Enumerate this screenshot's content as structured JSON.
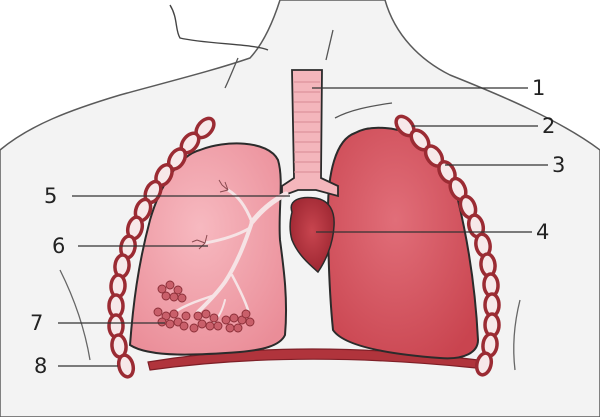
{
  "diagram": {
    "labels": [
      {
        "id": "1",
        "text": "1"
      },
      {
        "id": "2",
        "text": "2"
      },
      {
        "id": "3",
        "text": "3"
      },
      {
        "id": "4",
        "text": "4"
      },
      {
        "id": "5",
        "text": "5"
      },
      {
        "id": "6",
        "text": "6"
      },
      {
        "id": "7",
        "text": "7"
      },
      {
        "id": "8",
        "text": "8"
      }
    ],
    "colors": {
      "background": "#ffffff",
      "body_fill": "#f2f2f2",
      "body_outline": "#555555",
      "left_lung_fill": "#f2a5ae",
      "right_lung_fill": "#d95a66",
      "trachea_fill": "#f4b6bc",
      "heart_fill": "#b5313b",
      "diaphragm_fill": "#b0343c",
      "rib_stroke": "#9b2b33",
      "rib_fill": "#f6e6e7",
      "alveoli_fill": "#c65662"
    }
  }
}
